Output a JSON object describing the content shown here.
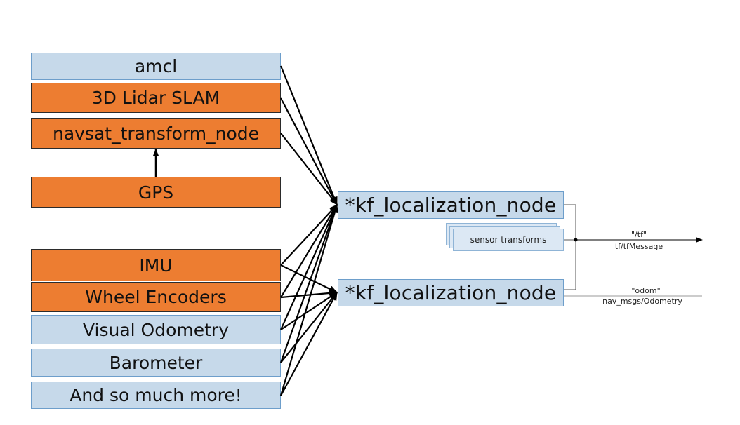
{
  "inputs": [
    {
      "label": "amcl",
      "style": "blue"
    },
    {
      "label": "3D Lidar SLAM",
      "style": "orange"
    },
    {
      "label": "navsat_transform_node",
      "style": "orange"
    },
    {
      "label": "GPS",
      "style": "orange"
    },
    {
      "label": "IMU",
      "style": "orange"
    },
    {
      "label": "Wheel Encoders",
      "style": "orange"
    },
    {
      "label": "Visual Odometry",
      "style": "blue"
    },
    {
      "label": "Barometer",
      "style": "blue"
    },
    {
      "label": "And so much more!",
      "style": "blue"
    }
  ],
  "nodes": {
    "global": "*kf_localization_node",
    "local": "*kf_localization_node"
  },
  "sensor_transforms": "sensor transforms",
  "outputs": {
    "tf_topic": "\"/tf\"",
    "tf_type": "tf/tfMessage",
    "odom_topic": "\"odom\"",
    "odom_type": "nav_msgs/Odometry"
  },
  "colors": {
    "blue_fill": "#c6d9ea",
    "blue_border": "#6d9ecb",
    "orange_fill": "#ed7d31",
    "line": "#000000"
  }
}
